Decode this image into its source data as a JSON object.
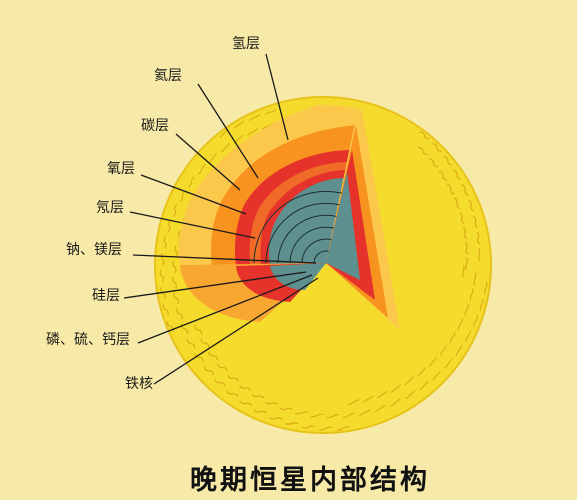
{
  "title": "晚期恒星内部结构",
  "layers": [
    {
      "label": "氢层"
    },
    {
      "label": "氦层"
    },
    {
      "label": "碳层"
    },
    {
      "label": "氧层"
    },
    {
      "label": "氖层"
    },
    {
      "label": "钠、镁层"
    },
    {
      "label": "硅层"
    },
    {
      "label": "磷、硫、钙层"
    },
    {
      "label": "铁核"
    }
  ],
  "colors": {
    "background": "#f7eaa8",
    "surface": "#f6dd2e",
    "hydrogen": "#fbc84b",
    "helium": "#f7931e",
    "carbon": "#e5322a",
    "oxygen": "#f06a28",
    "core": "#5f9090",
    "line": "#1a1a1a"
  }
}
